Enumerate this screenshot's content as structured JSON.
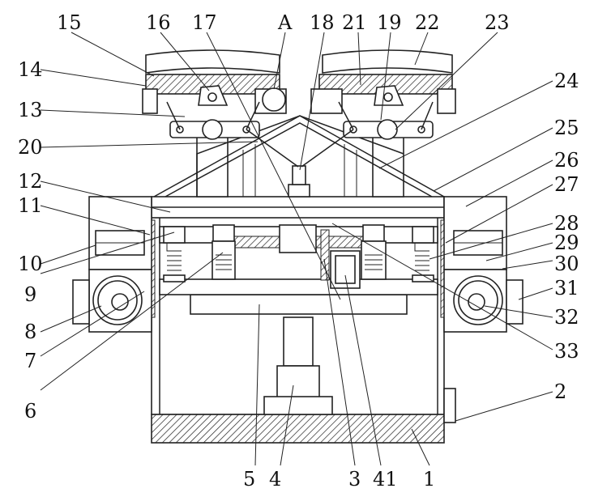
{
  "labels": {
    "l1": "1",
    "l2": "2",
    "l3": "3",
    "l4": "4",
    "l5": "5",
    "l6": "6",
    "l7": "7",
    "l8": "8",
    "l9": "9",
    "l10": "10",
    "l11": "11",
    "l12": "12",
    "l13": "13",
    "l14": "14",
    "l15": "15",
    "l16": "16",
    "l17": "17",
    "lA": "A",
    "l18": "18",
    "l19": "19",
    "l20": "20",
    "l21": "21",
    "l22": "22",
    "l23": "23",
    "l24": "24",
    "l25": "25",
    "l26": "26",
    "l27": "27",
    "l28": "28",
    "l29": "29",
    "l30": "30",
    "l31": "31",
    "l32": "32",
    "l33": "33",
    "l41": "41"
  }
}
